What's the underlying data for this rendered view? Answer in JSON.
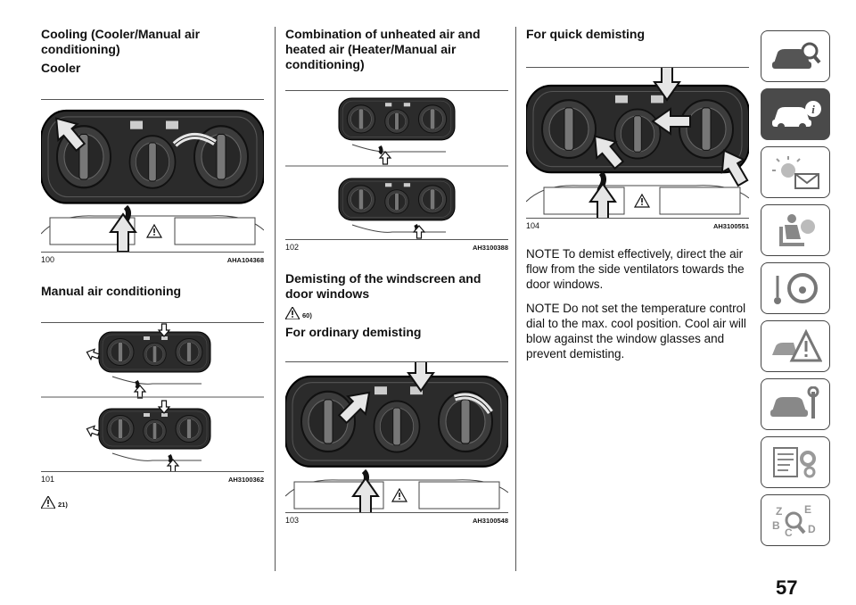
{
  "col1": {
    "heading": "Cooling (Cooler/Manual air conditioning)",
    "subheading": "Cooler",
    "fig100": {
      "number": "100",
      "code": "AHA104368"
    },
    "heading2": "Manual air conditioning",
    "fig101": {
      "number": "101",
      "code": "AH3100362"
    },
    "warning_ref": "21)"
  },
  "col2": {
    "heading": "Combination of unheated air and heated air (Heater/Manual air conditioning)",
    "fig102": {
      "number": "102",
      "code": "AH3100388"
    },
    "heading2": "Demisting of the windscreen and door windows",
    "warning_ref": "60)",
    "subheading": "For ordinary demisting",
    "fig103": {
      "number": "103",
      "code": "AH3100548"
    }
  },
  "col3": {
    "heading": "For quick demisting",
    "fig104": {
      "number": "104",
      "code": "AH3100551"
    },
    "note1": "NOTE  To demist effectively, direct the air flow from the side ventilators towards the door windows.",
    "note2": "NOTE  Do not set the temperature control dial to the max. cool position. Cool air will blow against the window glasses and prevent demisting."
  },
  "sidebar": {
    "tabs": [
      "car-search-icon",
      "car-info-icon",
      "dashboard-lights-icon",
      "airbag-seat-icon",
      "steering-key-icon",
      "car-warning-icon",
      "car-service-icon",
      "specs-gear-icon",
      "index-search-icon"
    ],
    "active_index": 1
  },
  "page_number": "57",
  "colors": {
    "ink": "#111111",
    "panel": "#2b2b2b",
    "tab_active": "#4a4a4a"
  }
}
